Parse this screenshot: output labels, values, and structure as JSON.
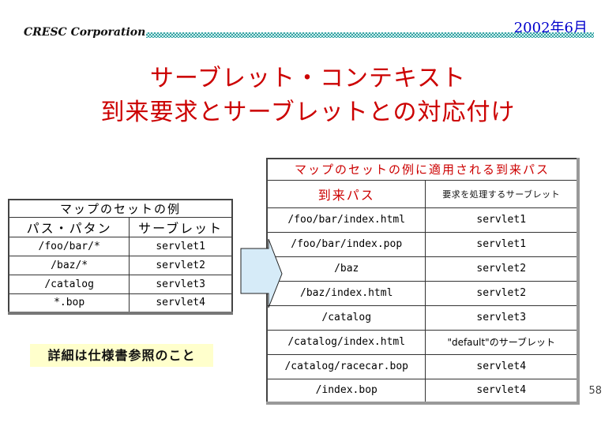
{
  "header": {
    "logo": "CRESC Corporation",
    "date": "2002年6月"
  },
  "title": {
    "line1": "サーブレット・コンテキスト",
    "line2": "到来要求とサーブレットとの対応付け"
  },
  "left_table": {
    "caption": "マップのセットの例",
    "columns": [
      "パス・パタン",
      "サーブレット"
    ],
    "rows": [
      [
        "/foo/bar/*",
        "servlet1"
      ],
      [
        "/baz/*",
        "servlet2"
      ],
      [
        "/catalog",
        "servlet3"
      ],
      [
        "*.bop",
        "servlet4"
      ]
    ]
  },
  "right_table": {
    "caption": "マップのセットの例に適用される到来パス",
    "columns": [
      "到来パス",
      "要求を処理するサーブレット"
    ],
    "rows": [
      [
        "/foo/bar/index.html",
        "servlet1"
      ],
      [
        "/foo/bar/index.pop",
        "servlet1"
      ],
      [
        "/baz",
        "servlet2"
      ],
      [
        "/baz/index.html",
        "servlet2"
      ],
      [
        "/catalog",
        "servlet3"
      ],
      [
        "/catalog/index.html",
        "\"default\"のサーブレット"
      ],
      [
        "/catalog/racecar.bop",
        "servlet4"
      ],
      [
        "/index.bop",
        "servlet4"
      ]
    ]
  },
  "note": {
    "text": "詳細は仕様書参照のこと"
  },
  "page_number": "58",
  "colors": {
    "accent_bar": "#39A3A3",
    "title_text": "#CC0000",
    "date_text": "#0000CC",
    "table_header_text": "#CC0000",
    "arrow_fill": "#D6EBF8",
    "note_background": "#FFFFCC"
  },
  "icons": {
    "arrow": "right-block-arrow"
  }
}
